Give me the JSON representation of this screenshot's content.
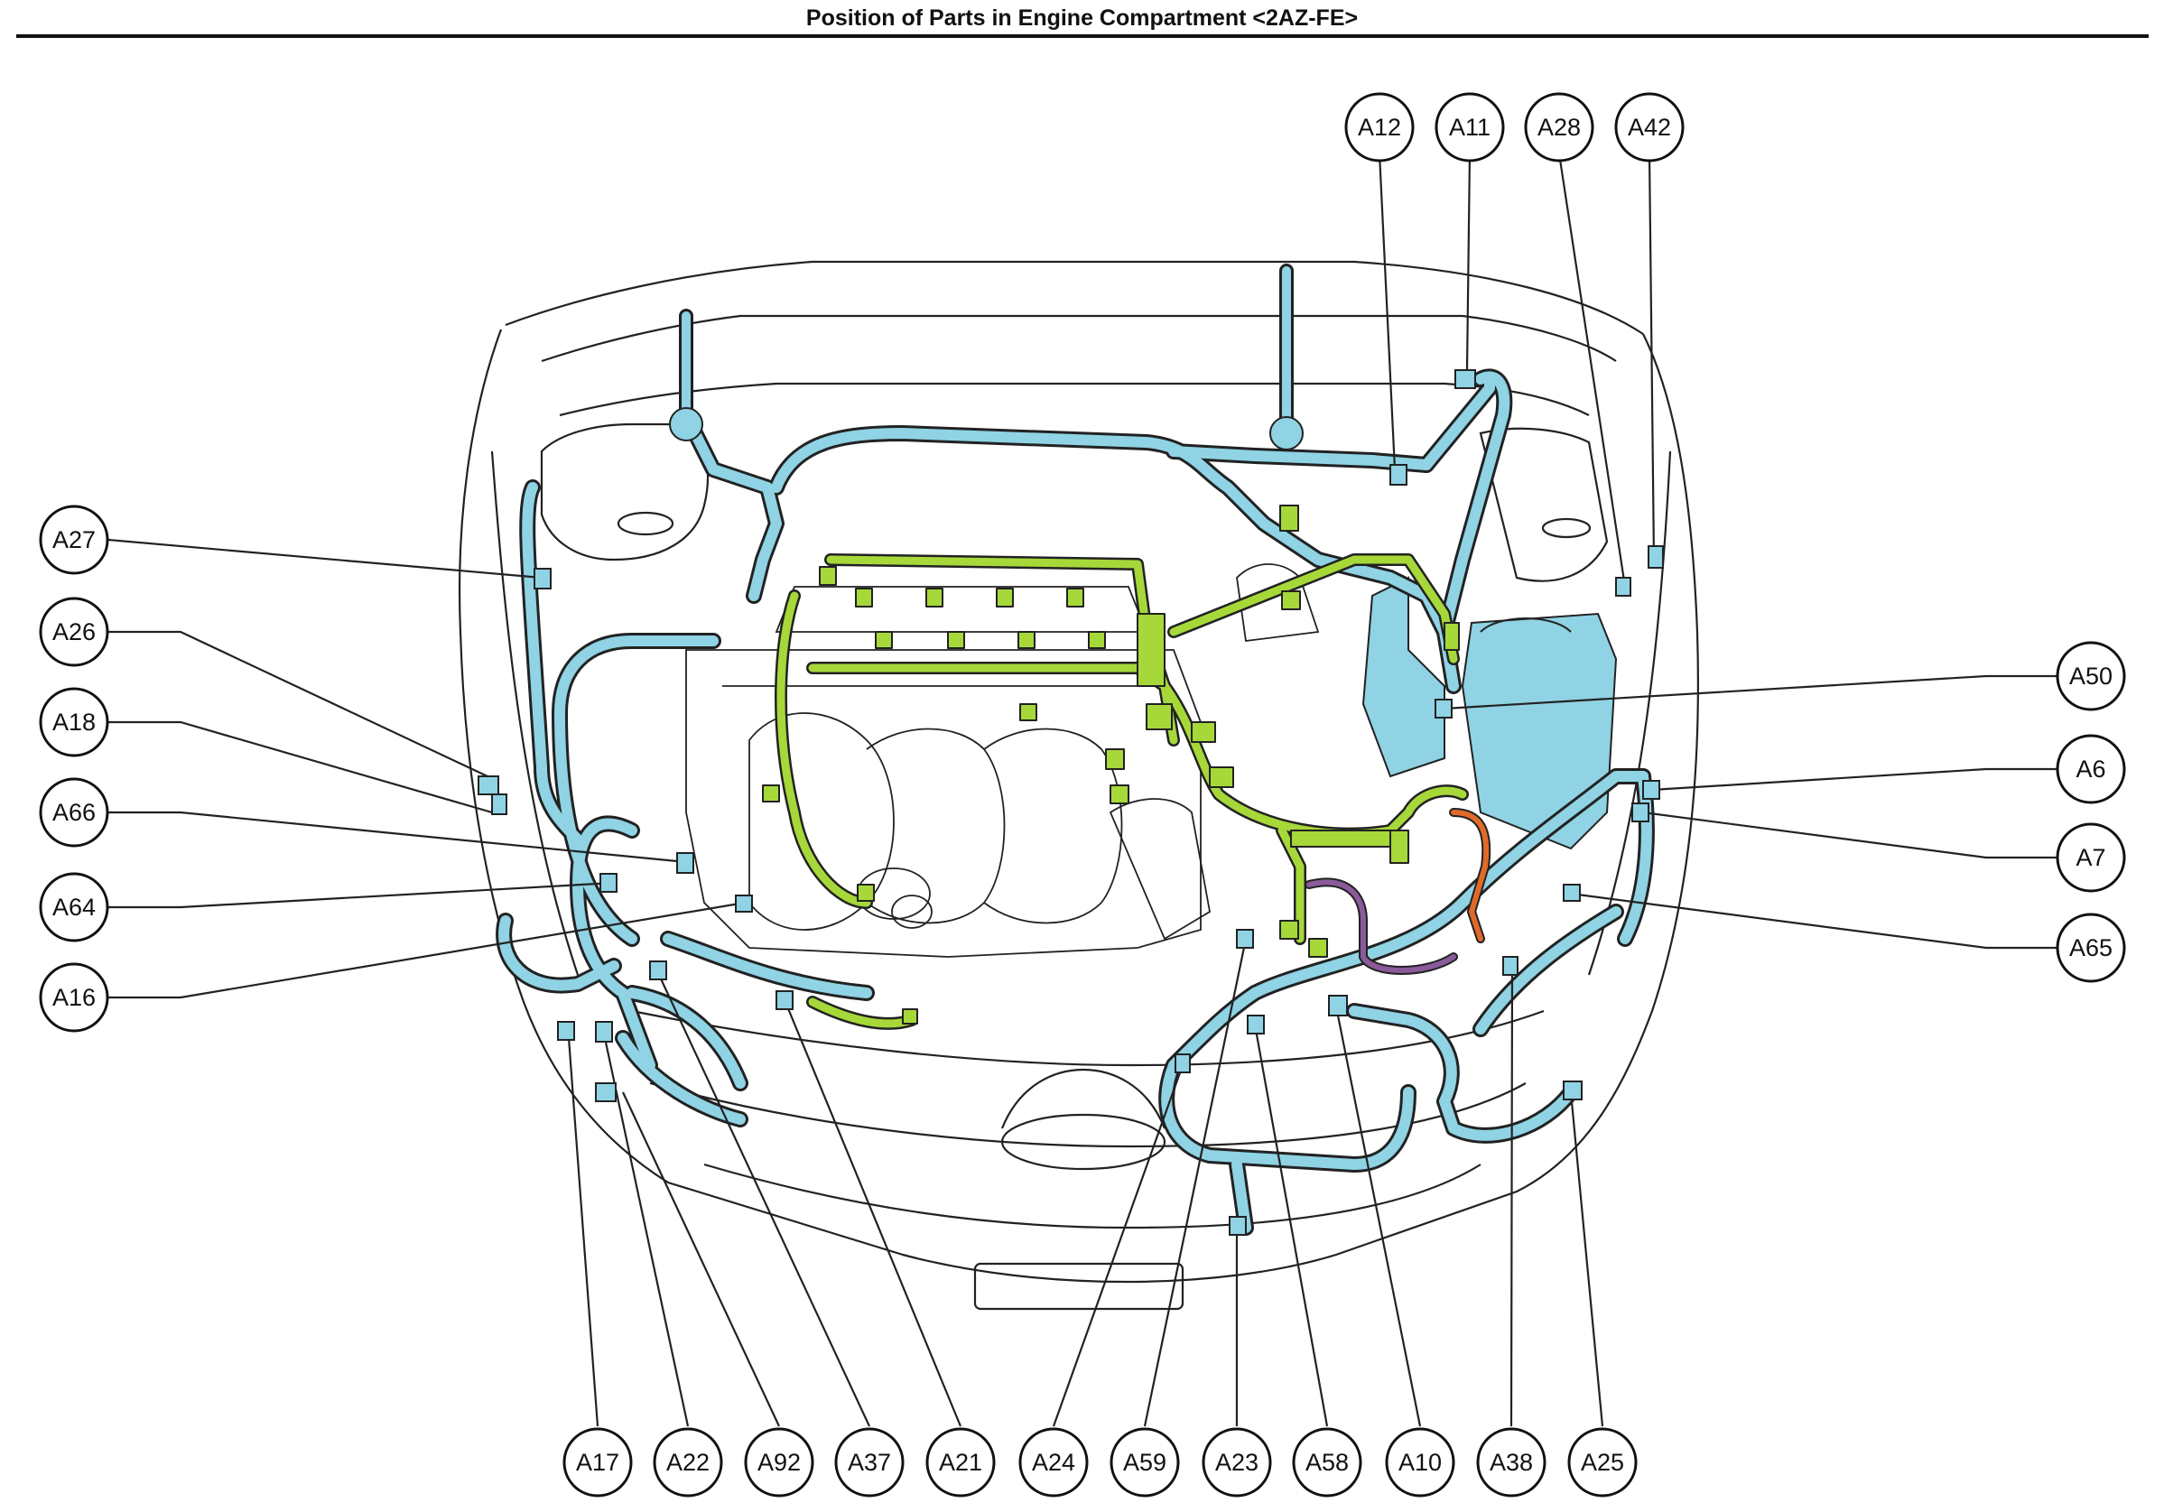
{
  "title": "Position of Parts in Engine Compartment <2AZ-FE>",
  "colors": {
    "harness_main": "#8fd3e4",
    "harness_engine": "#a6d83a",
    "harness_orange": "#e06a2a",
    "harness_purple": "#8a5a9a",
    "outline": "#222222"
  },
  "callouts": [
    {
      "id": "A12"
    },
    {
      "id": "A11"
    },
    {
      "id": "A28"
    },
    {
      "id": "A42"
    },
    {
      "id": "A27"
    },
    {
      "id": "A26"
    },
    {
      "id": "A18"
    },
    {
      "id": "A66"
    },
    {
      "id": "A64"
    },
    {
      "id": "A16"
    },
    {
      "id": "A50"
    },
    {
      "id": "A6"
    },
    {
      "id": "A7"
    },
    {
      "id": "A65"
    },
    {
      "id": "A17"
    },
    {
      "id": "A22"
    },
    {
      "id": "A92"
    },
    {
      "id": "A37"
    },
    {
      "id": "A21"
    },
    {
      "id": "A24"
    },
    {
      "id": "A59"
    },
    {
      "id": "A23"
    },
    {
      "id": "A58"
    },
    {
      "id": "A10"
    },
    {
      "id": "A38"
    },
    {
      "id": "A25"
    }
  ]
}
